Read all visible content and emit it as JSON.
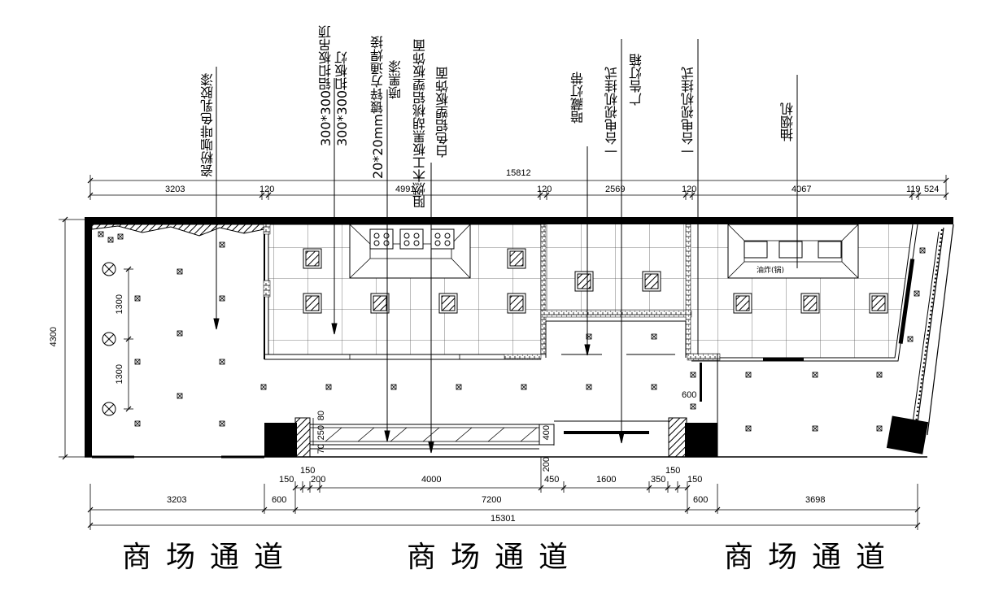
{
  "callouts": {
    "paint": "瓷粉咖啡色乳胶漆",
    "ceiling_line1": "300*300铝扣板吊顶",
    "ceiling_line2": "300*300扣板灯",
    "steel_line1": "20*20mm镀锌方通焊接",
    "steel_line2": "喷黑漆",
    "panel_line1": "阻燃木工板黑胡桃铝塑板饰面",
    "panel_line2": "白色铝塑板饰面",
    "hidden_light": "暗藏灯带",
    "tv1": "一台电视机挂式",
    "billboard": "广告灯箱",
    "tv2": "一台电视机挂式",
    "hood": "抽烟机"
  },
  "dims_top": {
    "total": "15812",
    "d1": "3203",
    "d2": "120",
    "d3": "4991",
    "d4": "120",
    "d5": "2569",
    "d6": "120",
    "d7": "4067",
    "d8": "119",
    "d9": "524"
  },
  "dims_left": {
    "height": "4300",
    "s1": "1300",
    "s2": "1300"
  },
  "dims_inner": {
    "v80": "80",
    "v250": "250",
    "v70": "70",
    "v400": "400",
    "v200": "200",
    "v600": "600"
  },
  "dims_bottom": {
    "r1": {
      "a": "150",
      "b": "150",
      "c": "200",
      "d": "4000",
      "e": "450",
      "f": "1600",
      "g": "350",
      "h": "150",
      "i": "150"
    },
    "r2": {
      "a": "3203",
      "b": "600",
      "c": "7200",
      "d": "600",
      "e": "3698"
    },
    "total": "15301"
  },
  "appliance_label": "油炸(锅)",
  "corridor_labels": [
    "商场通道",
    "商场通道",
    "商场通道"
  ]
}
